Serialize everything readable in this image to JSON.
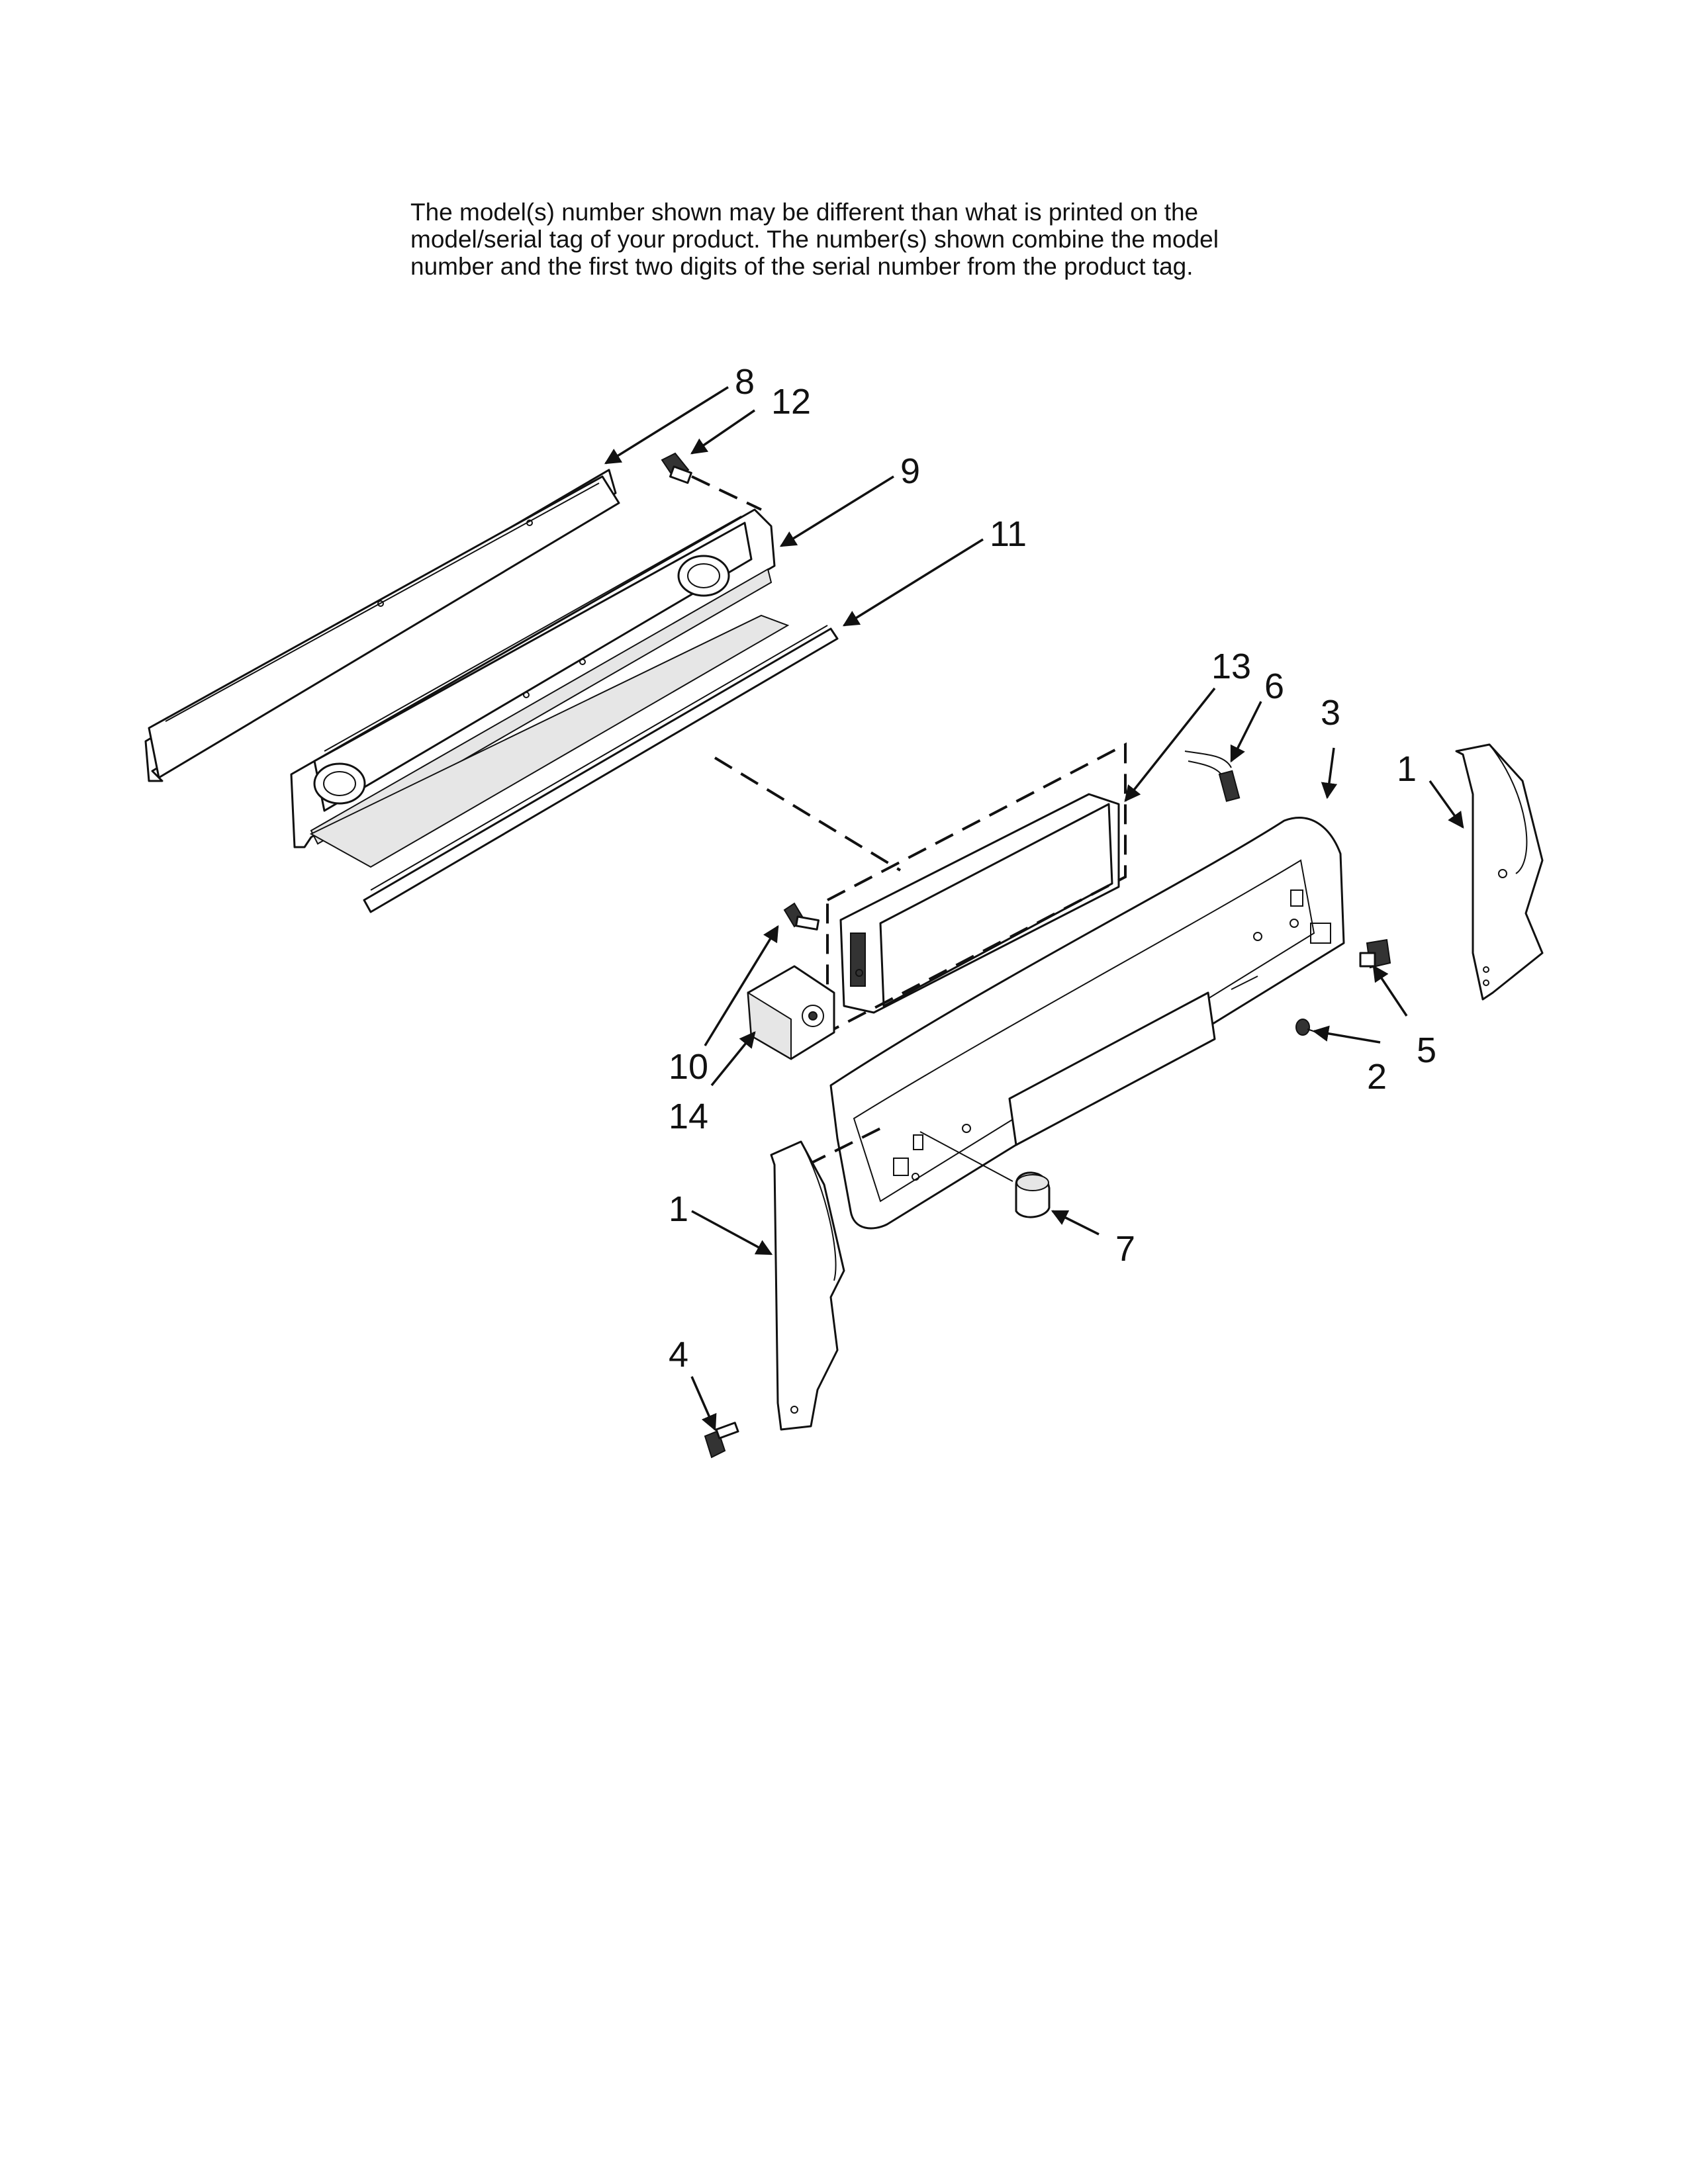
{
  "note": {
    "lines": [
      "The model(s) number shown may be different than what is printed on the",
      "model/serial tag of your product. The number(s) shown combine the model",
      "number and the first two digits of the serial number from the product tag."
    ]
  },
  "callouts": {
    "c8": "8",
    "c12": "12",
    "c9": "9",
    "c11": "11",
    "c13": "13",
    "c6": "6",
    "c3": "3",
    "c1_right": "1",
    "c10": "10",
    "c14": "14",
    "c2": "2",
    "c5": "5",
    "c1_left": "1",
    "c7": "7",
    "c4": "4"
  }
}
